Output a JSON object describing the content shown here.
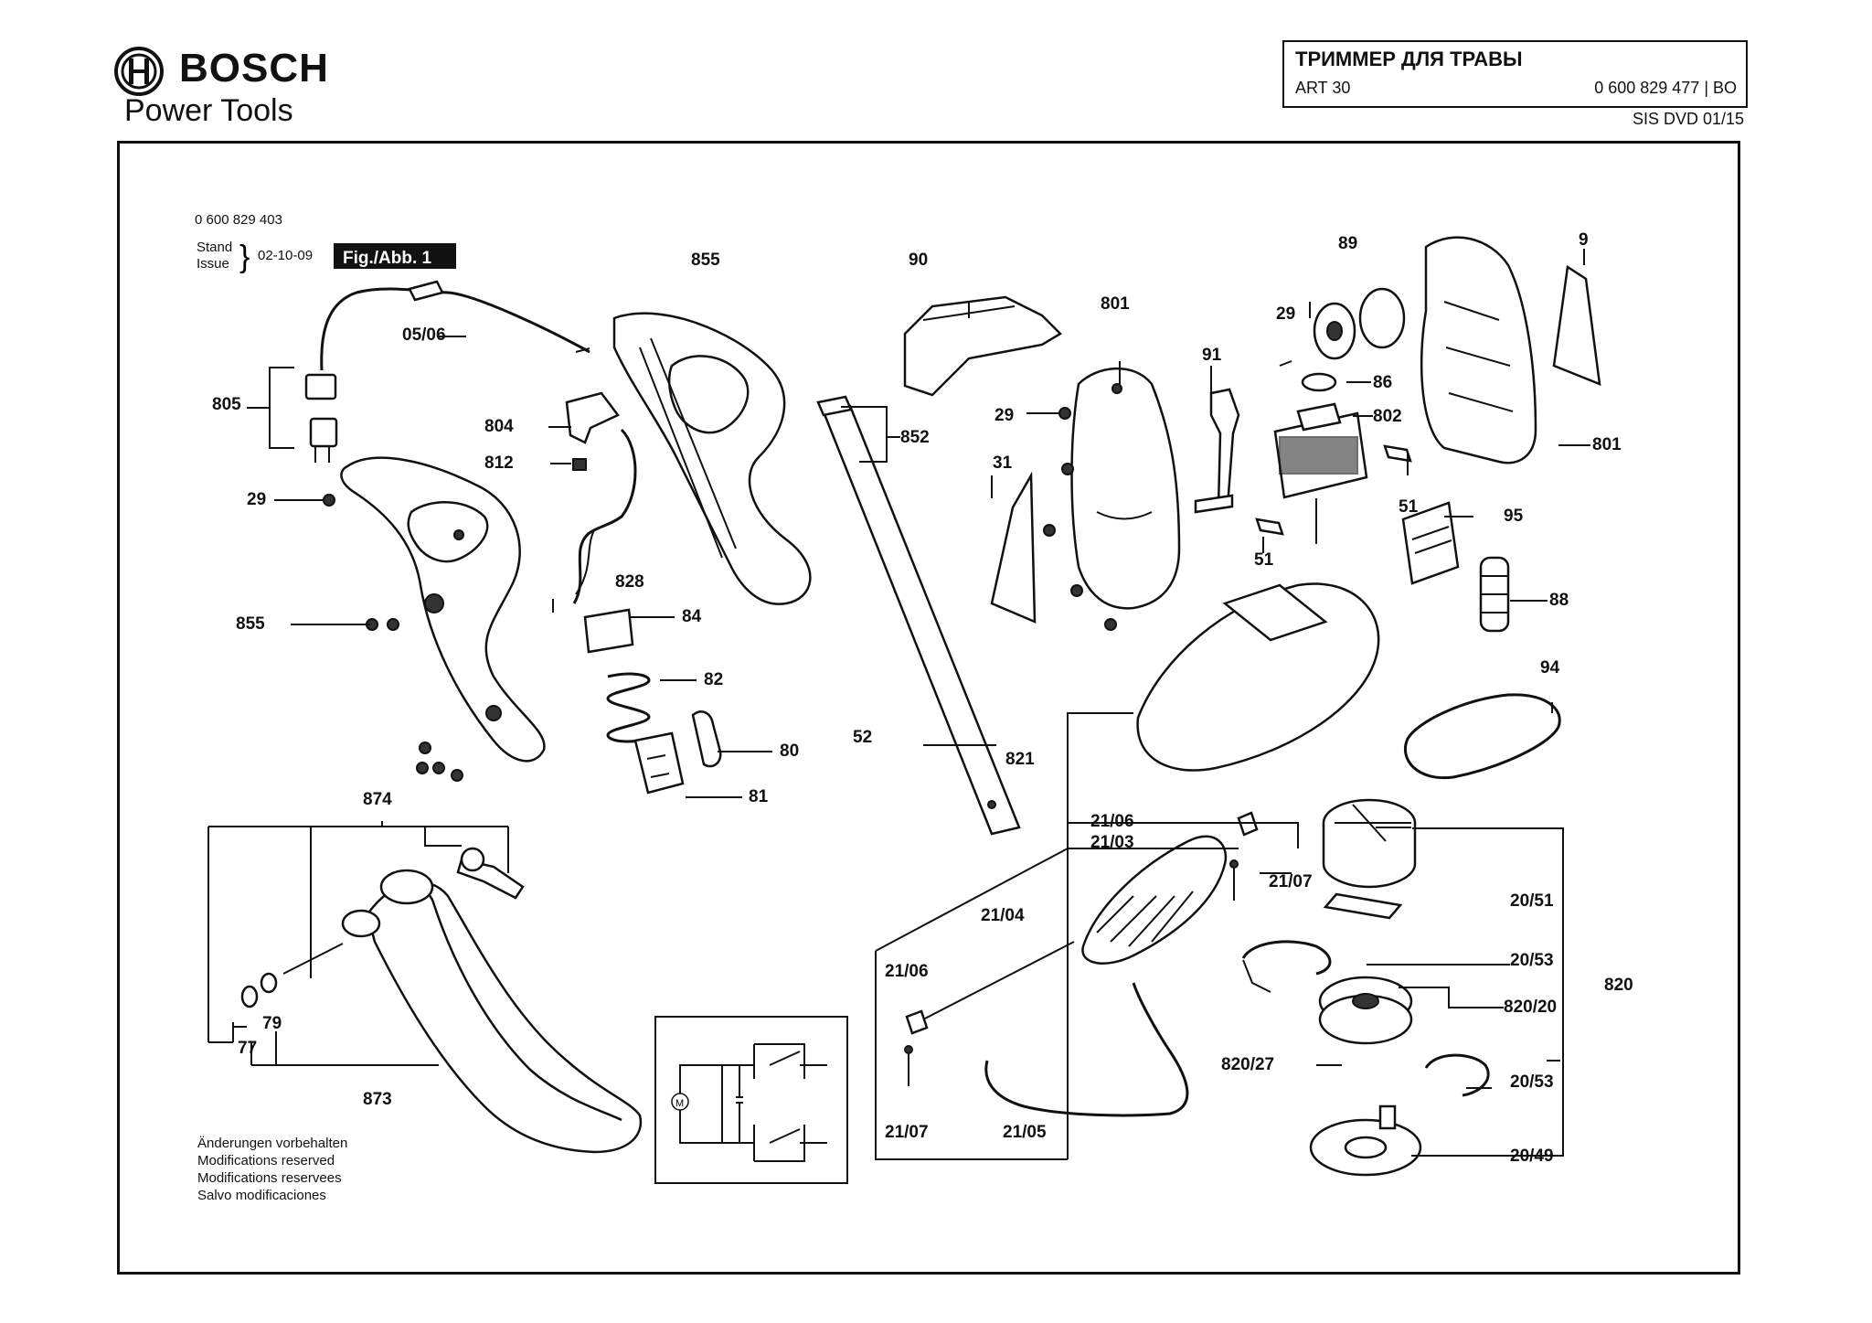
{
  "header": {
    "brand": "BOSCH",
    "subtitle": "Power Tools",
    "title": "ТРИММЕР ДЛЯ ТРАВЫ",
    "model": "ART 30",
    "part_number": "0 600 829 477 | BO",
    "sis": "SIS DVD 01/15"
  },
  "drawing_info": {
    "number": "0 600 829 403",
    "stand": "Stand",
    "issue": "Issue",
    "date": "02-10-09",
    "fig": "Fig./Abb. 1"
  },
  "notes": [
    "Änderungen vorbehalten",
    "Modifications reserved",
    "Modifications reservees",
    "Salvo modificaciones"
  ],
  "parts": {
    "p805": "805",
    "p0506": "05/06",
    "p29a": "29",
    "p855a": "855",
    "p855b": "855",
    "p804": "804",
    "p812": "812",
    "p828": "828",
    "p84": "84",
    "p82": "82",
    "p80": "80",
    "p81": "81",
    "p852": "852",
    "p52": "52",
    "p90": "90",
    "p801a": "801",
    "p29b": "29",
    "p31": "31",
    "p91": "91",
    "p89": "89",
    "p29c": "29",
    "p86": "86",
    "p802": "802",
    "p51a": "51",
    "p51b": "51",
    "p9": "9",
    "p801b": "801",
    "p95": "95",
    "p88": "88",
    "p94": "94",
    "p821": "821",
    "p2106a": "21/06",
    "p2103": "21/03",
    "p2107a": "21/07",
    "p2104": "21/04",
    "p2106b": "21/06",
    "p2107b": "21/07",
    "p2105": "21/05",
    "p2051": "20/51",
    "p2053a": "20/53",
    "p82020": "820/20",
    "p820": "820",
    "p82027": "820/27",
    "p2053b": "20/53",
    "p2049": "20/49",
    "p874": "874",
    "p79": "79",
    "p77": "77",
    "p873": "873"
  }
}
